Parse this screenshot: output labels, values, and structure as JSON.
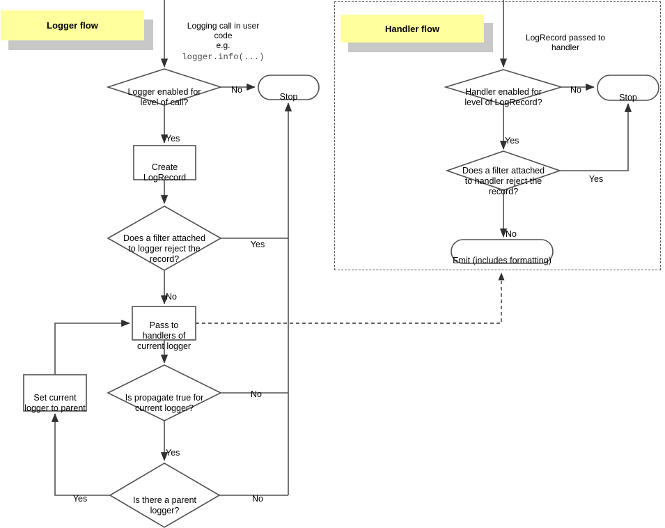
{
  "diagram": {
    "title": "Python logging flow",
    "colors": {
      "banner_fill": "#ffff9e",
      "banner_shadow": "#c8c8c8",
      "line": "#404040",
      "text": "#000000",
      "dashed_border": "#555555",
      "background": "#ffffff"
    },
    "banners": [
      {
        "id": "logger-flow-banner",
        "label": "Logger flow"
      },
      {
        "id": "handler-flow-banner",
        "label": "Handler flow"
      }
    ],
    "logger_flow": {
      "entry_note": "Logging call in user\ncode\ne.g.",
      "entry_note_code": "logger.info(...)",
      "nodes": [
        {
          "id": "logger-enabled-decision",
          "shape": "diamond",
          "text": "Logger enabled for\nlevel of call?"
        },
        {
          "id": "stop-terminator",
          "shape": "terminator",
          "text": "Stop"
        },
        {
          "id": "create-logrecord-process",
          "shape": "process",
          "text": "Create\nLogRecord"
        },
        {
          "id": "logger-filter-decision",
          "shape": "diamond",
          "text": "Does a filter attached\nto logger reject the\nrecord?"
        },
        {
          "id": "pass-to-handlers-process",
          "shape": "process",
          "text": "Pass to\nhandlers of\ncurrent logger"
        },
        {
          "id": "propagate-decision",
          "shape": "diamond",
          "text": "Is propagate true for\ncurrent logger?"
        },
        {
          "id": "set-current-logger-process",
          "shape": "process",
          "text": "Set current\nlogger to parent"
        },
        {
          "id": "parent-logger-decision",
          "shape": "diamond",
          "text": "Is there a parent\nlogger?"
        }
      ],
      "edge_labels": {
        "logger_enabled_no": "No",
        "logger_enabled_yes": "Yes",
        "logger_filter_yes": "Yes",
        "logger_filter_no": "No",
        "propagate_no": "No",
        "propagate_yes": "Yes",
        "parent_yes": "Yes",
        "parent_no": "No"
      }
    },
    "handler_flow": {
      "entry_note": "LogRecord passed to\nhandler",
      "nodes": [
        {
          "id": "handler-enabled-decision",
          "shape": "diamond",
          "text": "Handler enabled for\nlevel of LogRecord?"
        },
        {
          "id": "handler-stop-terminator",
          "shape": "terminator",
          "text": "Stop"
        },
        {
          "id": "handler-filter-decision",
          "shape": "diamond",
          "text": "Does a filter attached\nto handler reject the\nrecord?"
        },
        {
          "id": "emit-terminator",
          "shape": "terminator",
          "text": "Emit (includes formatting)"
        }
      ],
      "edge_labels": {
        "handler_enabled_no": "No",
        "handler_enabled_yes": "Yes",
        "handler_filter_yes": "Yes",
        "handler_filter_no": "No"
      }
    }
  }
}
